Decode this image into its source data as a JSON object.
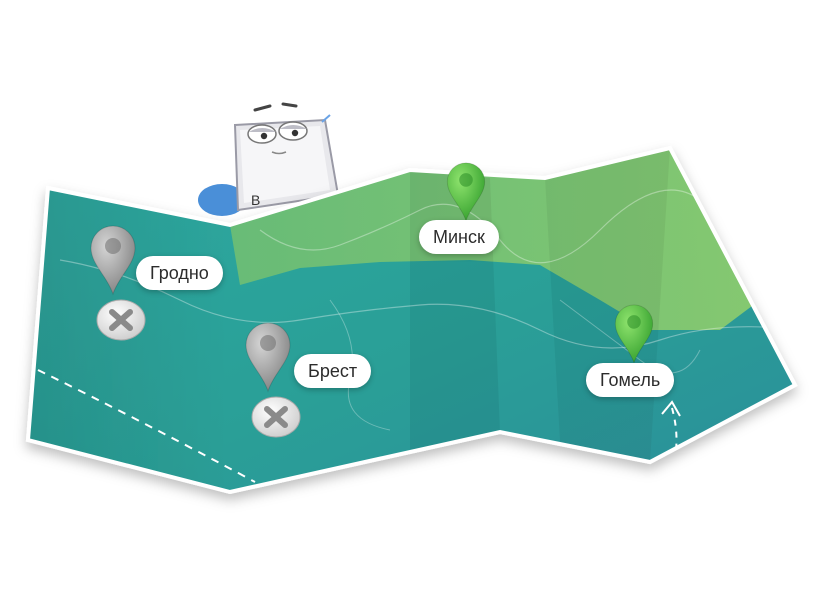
{
  "mascot": {
    "card_letter": "В"
  },
  "cities": [
    {
      "id": "grodno",
      "label": "Гродно",
      "status": "crossed"
    },
    {
      "id": "brest",
      "label": "Брест",
      "status": "crossed"
    },
    {
      "id": "minsk",
      "label": "Минск",
      "status": "active"
    },
    {
      "id": "gomel",
      "label": "Гомель",
      "status": "active"
    }
  ],
  "colors": {
    "map_teal": "#2aa39a",
    "map_green": "#7cc26a",
    "pin_green": "#4cbb3a",
    "pin_gray": "#9a9a9a",
    "label_bg": "#ffffff"
  }
}
